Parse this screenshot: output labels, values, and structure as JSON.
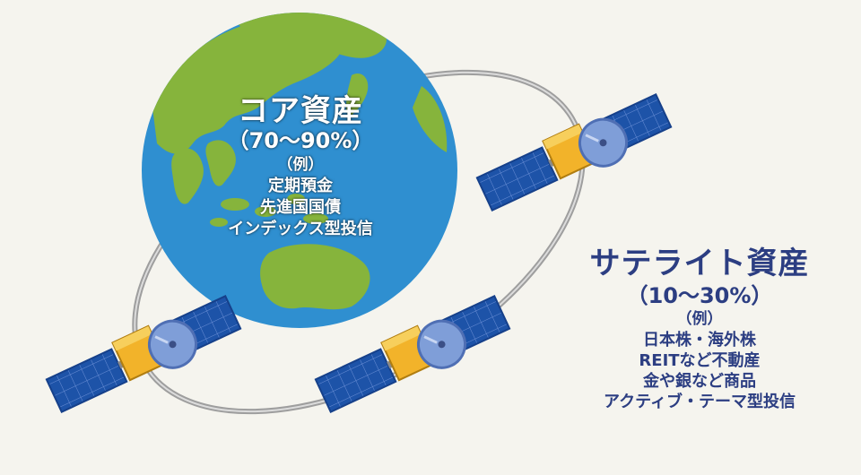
{
  "core": {
    "title": "コア資産",
    "range": "（70～90%）",
    "example_label": "（例）",
    "items": [
      "定期預金",
      "先進国国債",
      "インデックス型投信"
    ]
  },
  "satellite": {
    "title": "サテライト資産",
    "range": "（10～30%）",
    "example_label": "（例）",
    "items": [
      "日本株・海外株",
      "REITなど不動産",
      "金や銀など商品",
      "アクティブ・テーマ型投信"
    ]
  },
  "colors": {
    "background": "#f5f4ee",
    "ocean": "#2f8fd0",
    "land": "#86b43c",
    "orbit": "#a8a8a8",
    "satellite_body": "#f2b32a",
    "solar_panel": "#1d53a8",
    "dish": "#7f9ed8",
    "satellite_text": "#2c3e82",
    "core_text": "#ffffff"
  },
  "icons": {
    "earth": "earth-globe-icon",
    "orbit": "orbit-ring-icon",
    "satellite": "satellite-icon"
  }
}
